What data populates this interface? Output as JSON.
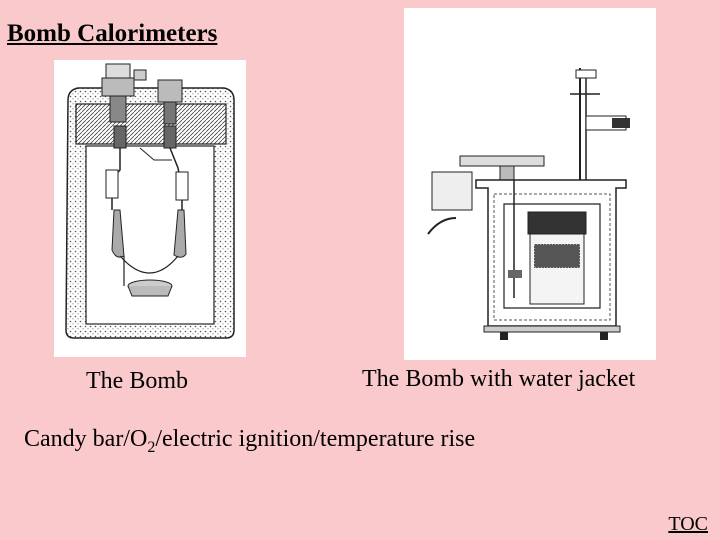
{
  "title": "Bomb Calorimeters",
  "figures": {
    "bomb_caption": "The Bomb",
    "jacket_caption": "The Bomb with water jacket"
  },
  "description": {
    "part1": "Candy bar/O",
    "subscript": "2",
    "part2": "/electric ignition/temperature rise"
  },
  "nav": {
    "toc_label": "TOC"
  },
  "colors": {
    "background": "#f9c9cb",
    "figure_bg": "#ffffff"
  }
}
